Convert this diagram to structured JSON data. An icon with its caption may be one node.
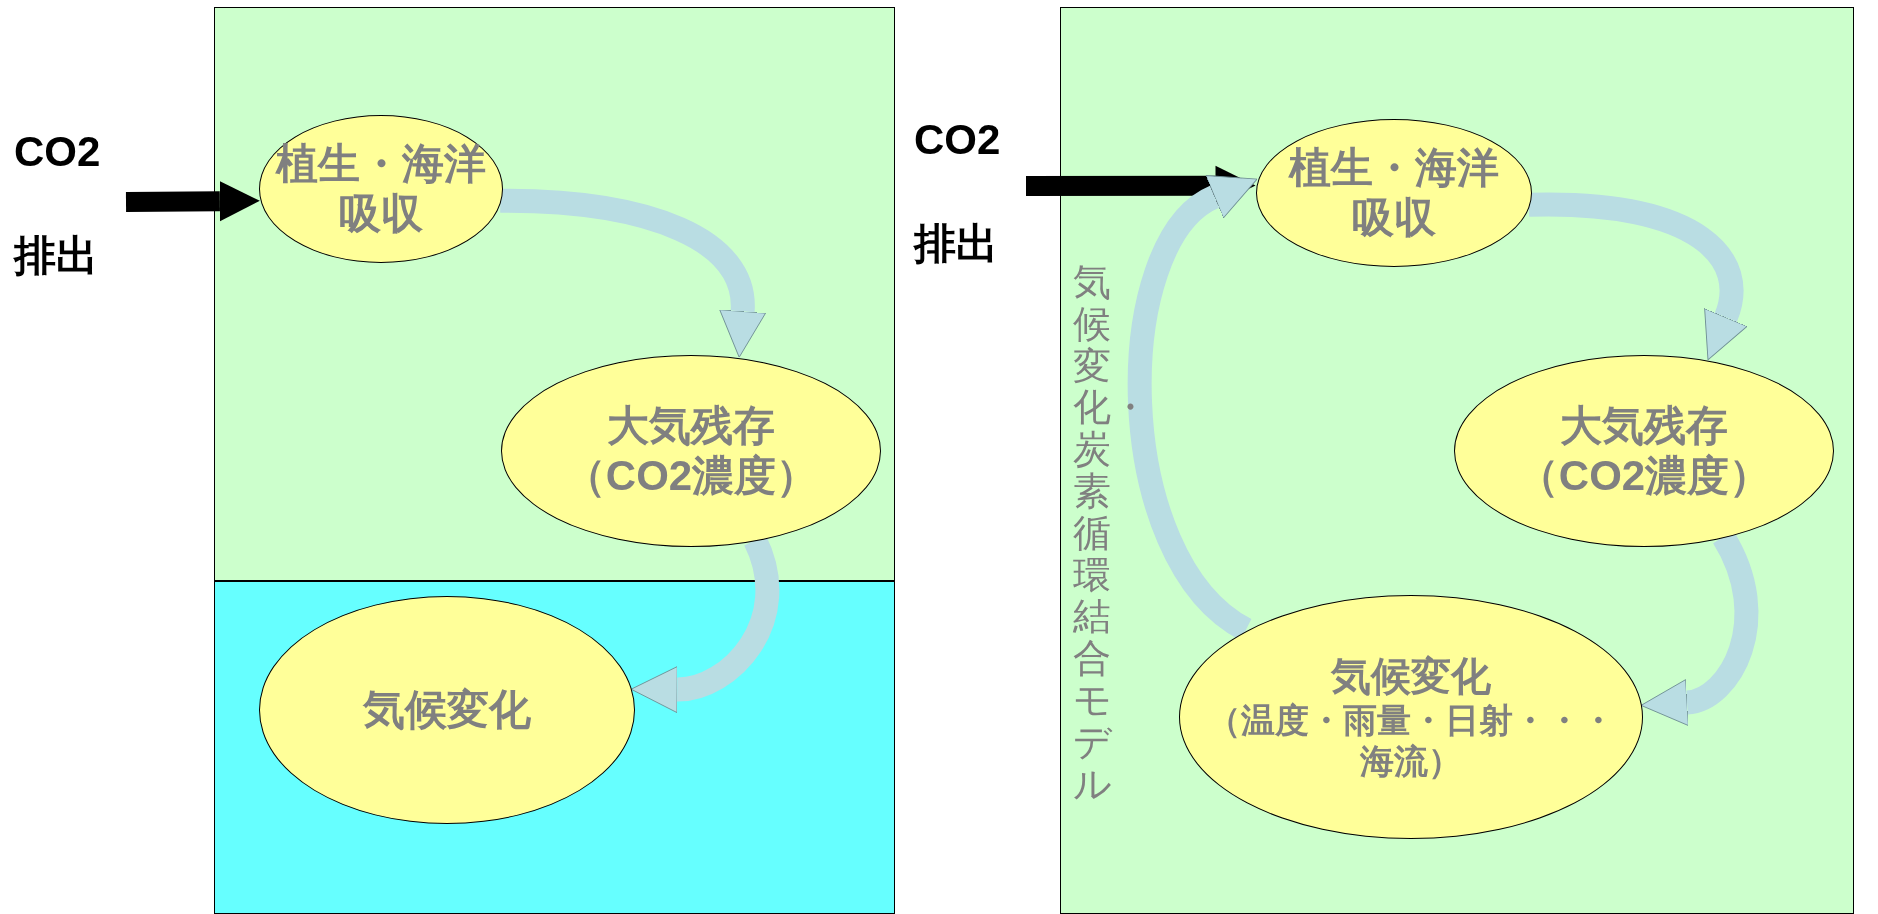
{
  "diagram": {
    "nodes": [
      {
        "text": [],
        "shape": "box"
      },
      {
        "text": [],
        "shape": "box"
      },
      {
        "text": [
          "CO2",
          "排出"
        ]
      },
      {
        "text": [
          "植生・海洋吸収"
        ],
        "in": 0
      },
      {
        "text": [
          "大気残存",
          "（CO2濃度）"
        ],
        "in": 0
      },
      {
        "text": [
          "気候変化"
        ],
        "in": 1
      },
      {
        "text": [],
        "shape": "box"
      },
      {
        "text": [
          "CO2",
          "排出"
        ]
      },
      {
        "text": [
          "植生・海洋吸収"
        ],
        "in": 6
      },
      {
        "text": [
          "大気残存",
          "（CO2濃度）"
        ],
        "in": 6
      },
      {
        "text": [
          "気候変化",
          "（温度・雨量・日射・・・海流）"
        ],
        "in": 6
      }
    ],
    "edges": [
      {
        "from": 2,
        "to": 3,
        "arrow": "to",
        "color": "#000000"
      },
      {
        "from": 3,
        "to": 4,
        "arrow": "to"
      },
      {
        "from": 4,
        "to": 5,
        "arrow": "to"
      },
      {
        "from": 7,
        "to": 8,
        "arrow": "to",
        "color": "#000000"
      },
      {
        "from": 8,
        "to": 9,
        "arrow": "to"
      },
      {
        "from": 9,
        "to": 10,
        "arrow": "to"
      },
      {
        "from": 10,
        "to": 8,
        "arrow": "to"
      }
    ],
    "labels": [
      "気候変化・炭素循環結合モデル"
    ]
  }
}
